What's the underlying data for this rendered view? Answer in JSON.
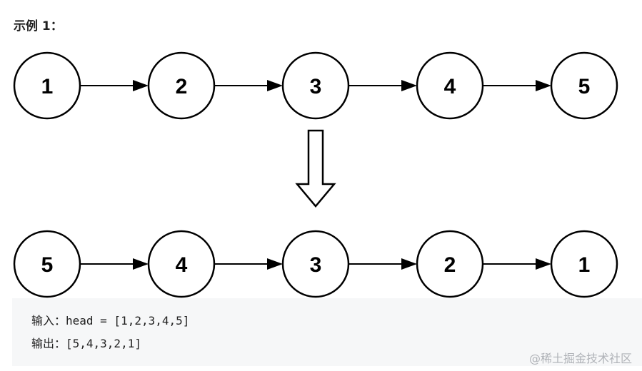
{
  "heading": "示例 1：",
  "diagram": {
    "before": [
      "1",
      "2",
      "3",
      "4",
      "5"
    ],
    "after": [
      "5",
      "4",
      "3",
      "2",
      "1"
    ]
  },
  "code": {
    "input_line": "输入：head = [1,2,3,4,5]",
    "output_line": "输出：[5,4,3,2,1]"
  },
  "watermark": "@稀土掘金技术社区"
}
